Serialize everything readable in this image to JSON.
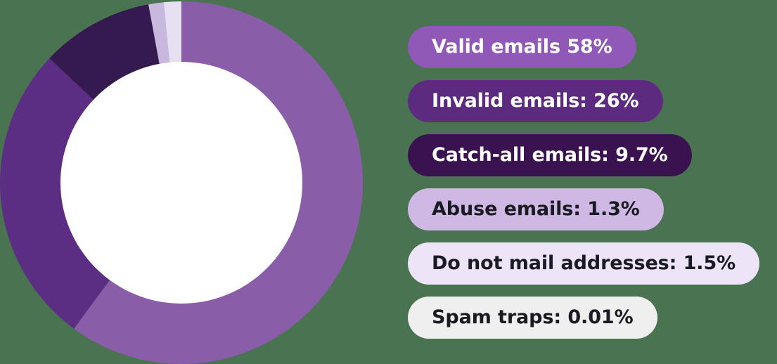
{
  "chart_data": {
    "type": "pie",
    "variant": "donut",
    "title": "",
    "subtitle": "",
    "xlabel": "",
    "ylabel": "",
    "grid": false,
    "legend_position": "right",
    "start_angle_deg": 0,
    "direction": "clockwise",
    "inner_radius_ratio": 0.665,
    "categories": [
      "Valid emails",
      "Invalid emails",
      "Catch-all emails",
      "Abuse emails",
      "Do not mail addresses",
      "Spam traps"
    ],
    "values": [
      58,
      26,
      9.7,
      1.3,
      1.5,
      0.01
    ],
    "value_labels": [
      "58%",
      "26%",
      "9.7%",
      "1.3%",
      "1.5%",
      "0.01%"
    ],
    "unit": "%",
    "colors": [
      "#8a5da8",
      "#5c2e83",
      "#341a4e",
      "#c9b8de",
      "#e7e0f2",
      "#f5f4f5"
    ],
    "slices": [
      {
        "label": "Valid emails",
        "value": 58,
        "display": "58%",
        "color": "#8a5da8"
      },
      {
        "label": "Invalid emails",
        "value": 26,
        "display": "26%",
        "color": "#5c2e83"
      },
      {
        "label": "Catch-all emails",
        "value": 9.7,
        "display": "9.7%",
        "color": "#341a4e"
      },
      {
        "label": "Abuse emails",
        "value": 1.3,
        "display": "1.3%",
        "color": "#c9b8de"
      },
      {
        "label": "Do not mail addresses",
        "value": 1.5,
        "display": "1.5%",
        "color": "#e7e0f2"
      },
      {
        "label": "Spam traps",
        "value": 0.01,
        "display": "0.01%",
        "color": "#f5f4f5"
      }
    ]
  },
  "legend": {
    "items": [
      {
        "label": "Valid emails 58%",
        "bg": "#9059b8",
        "fg": "#ffffff",
        "name": "legend-item-valid-emails"
      },
      {
        "label": "Invalid emails: 26%",
        "bg": "#5c2b80",
        "fg": "#ffffff",
        "name": "legend-item-invalid-emails"
      },
      {
        "label": "Catch-all emails: 9.7%",
        "bg": "#3a124f",
        "fg": "#ffffff",
        "name": "legend-item-catch-all-emails"
      },
      {
        "label": "Abuse emails: 1.3%",
        "bg": "#cfb9e4",
        "fg": "#1a1a22",
        "name": "legend-item-abuse-emails"
      },
      {
        "label": "Do not mail addresses: 1.5%",
        "bg": "#ede5f7",
        "fg": "#1a1a22",
        "name": "legend-item-do-not-mail-addresses"
      },
      {
        "label": "Spam traps: 0.01%",
        "bg": "#efefef",
        "fg": "#1a1a22",
        "name": "legend-item-spam-traps"
      }
    ]
  },
  "canvas": {
    "background": "#4a7352",
    "hole_color": "#ffffff"
  }
}
